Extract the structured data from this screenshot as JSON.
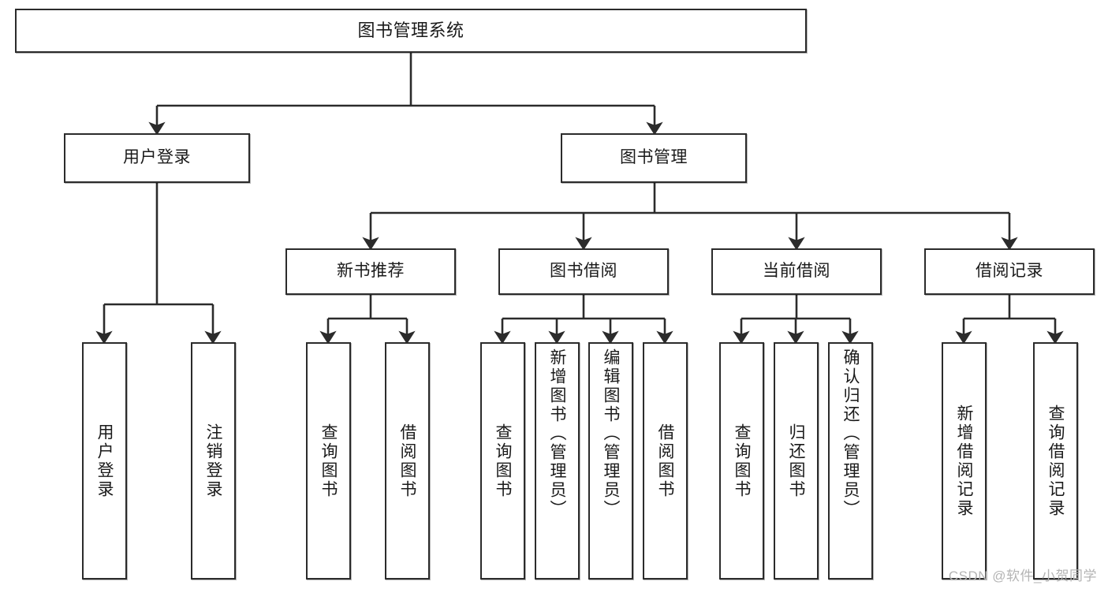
{
  "diagram": {
    "type": "tree-hierarchy-chart",
    "title": "图书管理系统",
    "root": {
      "label": "图书管理系统"
    },
    "level2": [
      {
        "label": "用户登录"
      },
      {
        "label": "图书管理"
      }
    ],
    "level3": [
      {
        "label": "新书推荐"
      },
      {
        "label": "图书借阅"
      },
      {
        "label": "当前借阅"
      },
      {
        "label": "借阅记录"
      }
    ],
    "leaves": {
      "user_login": [
        {
          "label": "用户登录"
        },
        {
          "label": "注销登录"
        }
      ],
      "new_book_recommend": [
        {
          "label": "查询图书"
        },
        {
          "label": "借阅图书"
        }
      ],
      "book_borrow": [
        {
          "label": "查询图书"
        },
        {
          "label": "新增图书（管理员）"
        },
        {
          "label": "编辑图书（管理员）"
        },
        {
          "label": "借阅图书"
        }
      ],
      "current_borrow": [
        {
          "label": "查询图书"
        },
        {
          "label": "归还图书"
        },
        {
          "label": "确认归还（管理员）"
        }
      ],
      "borrow_record": [
        {
          "label": "新增借阅记录"
        },
        {
          "label": "查询借阅记录"
        }
      ]
    }
  },
  "watermark": {
    "text": "CSDN @软件_小贺同学"
  },
  "colors": {
    "border": "#2b2b2b",
    "background": "#ffffff",
    "text": "#1a1a1a",
    "connector": "#2b2b2b",
    "watermark": "#b4b4b4"
  }
}
